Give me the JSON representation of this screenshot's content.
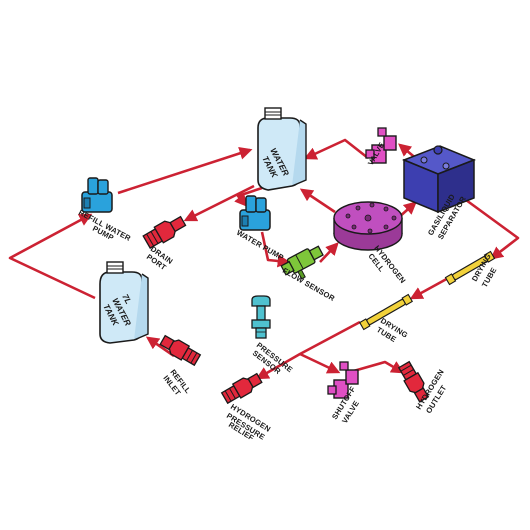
{
  "colors": {
    "pipe": "#cc2233",
    "outline": "#1a1a1a",
    "tank": "#cfe9f7",
    "pump": "#2aa2dc",
    "valve": "#e04fc4",
    "cell": "#c04fbf",
    "separator": "#3d3fb0",
    "flow_sensor": "#7ec63a",
    "pressure_sensor": "#4fc1cf",
    "drying_tube": "#f2d23b",
    "port": "#e2283c"
  },
  "components": {
    "water_tank": {
      "line1": "WATER",
      "line2": "TANK"
    },
    "tank_7l": {
      "line1": "7L",
      "line2": "WATER",
      "line3": "TANK"
    },
    "refill_water_pump": {
      "line1": "REFILL WATER",
      "line2": "PUMP"
    },
    "drain_port": {
      "line1": "DRAIN",
      "line2": "PORT"
    },
    "water_pump": {
      "line1": "WATER PUMP"
    },
    "flow_sensor": {
      "line1": "FLOW SENSOR"
    },
    "valve": {
      "line1": "VALVE"
    },
    "separator": {
      "line1": "GAS/LIQUID",
      "line2": "SEPARATOR"
    },
    "hydrogen_cell": {
      "line1": "HYDROGEN",
      "line2": "CELL"
    },
    "drying_tube_1": {
      "line1": "DRYING",
      "line2": "TUBE"
    },
    "drying_tube_2": {
      "line1": "DRYING",
      "line2": "TUBE"
    },
    "pressure_sensor": {
      "line1": "PRESSURE",
      "line2": "SENSOR"
    },
    "refill_inlet": {
      "line1": "REFILL",
      "line2": "INLET"
    },
    "pressure_relief": {
      "line1": "HYDROGEN",
      "line2": "PRESSURE",
      "line3": "RELIEF"
    },
    "shutoff_valve": {
      "line1": "SHUTOFF",
      "line2": "VALVE"
    },
    "hydrogen_outlet": {
      "line1": "HYDROGEN",
      "line2": "OUTLET"
    }
  }
}
